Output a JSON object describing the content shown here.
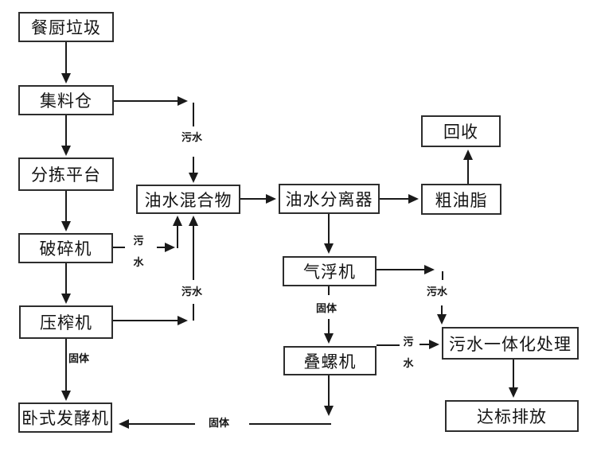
{
  "diagram": {
    "type": "flowchart",
    "background_color": "#ffffff",
    "line_color": "#1a1a1a",
    "box_border_color": "#2d2d2d",
    "nodes": {
      "kitchen_waste": {
        "label": "餐厨垃圾"
      },
      "collection_bin": {
        "label": "集料仓"
      },
      "sorting_platform": {
        "label": "分拣平台"
      },
      "crusher": {
        "label": "破碎机"
      },
      "press": {
        "label": "压榨机"
      },
      "horizontal_fermenter": {
        "label": "卧式发酵机"
      },
      "oil_water_mixture": {
        "label": "油水混合物"
      },
      "oil_water_separator": {
        "label": "油水分离器"
      },
      "recycle": {
        "label": "回收"
      },
      "crude_grease": {
        "label": "粗油脂"
      },
      "air_flotation": {
        "label": "气浮机"
      },
      "screw_stacking": {
        "label": "叠螺机"
      },
      "integrated_sewage_treatment": {
        "label": "污水一体化处理"
      },
      "standard_discharge": {
        "label": "达标排放"
      }
    },
    "edge_labels": {
      "sewage": "污水",
      "solid": "固体"
    },
    "edges": [
      {
        "from": "餐厨垃圾",
        "to": "集料仓",
        "label": ""
      },
      {
        "from": "集料仓",
        "to": "分拣平台",
        "label": ""
      },
      {
        "from": "分拣平台",
        "to": "破碎机",
        "label": ""
      },
      {
        "from": "破碎机",
        "to": "压榨机",
        "label": ""
      },
      {
        "from": "压榨机",
        "to": "卧式发酵机",
        "label": "固体"
      },
      {
        "from": "集料仓",
        "to": "油水混合物",
        "label": "污水"
      },
      {
        "from": "破碎机",
        "to": "油水混合物",
        "label": "污水"
      },
      {
        "from": "压榨机",
        "to": "油水混合物",
        "label": "污水"
      },
      {
        "from": "油水混合物",
        "to": "油水分离器",
        "label": ""
      },
      {
        "from": "油水分离器",
        "to": "粗油脂",
        "label": ""
      },
      {
        "from": "粗油脂",
        "to": "回收",
        "label": ""
      },
      {
        "from": "油水分离器",
        "to": "气浮机",
        "label": ""
      },
      {
        "from": "气浮机",
        "to": "叠螺机",
        "label": "固体"
      },
      {
        "from": "气浮机",
        "to": "污水一体化处理",
        "label": "污水"
      },
      {
        "from": "叠螺机",
        "to": "污水一体化处理",
        "label": "污水"
      },
      {
        "from": "叠螺机",
        "to": "卧式发酵机",
        "label": "固体"
      },
      {
        "from": "污水一体化处理",
        "to": "达标排放",
        "label": ""
      }
    ]
  }
}
